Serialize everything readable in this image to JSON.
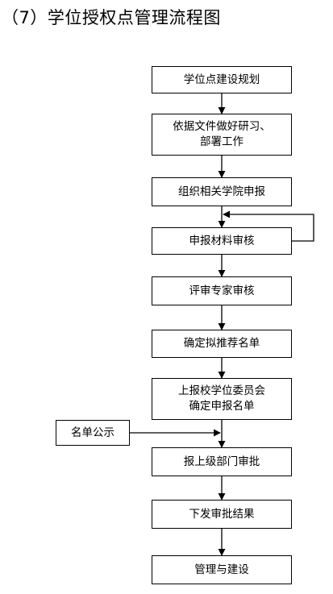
{
  "title": "（7）学位授权点管理流程图",
  "steps": [
    "学位点建设规划",
    "依据文件做好研习、\n部署工作",
    "组织相关学院申报",
    "申报材料审核",
    "评审专家审核",
    "确定拟推荐名单",
    "上报校学位委员会\n确定申报名单",
    "报上级部门审批",
    "下发审批结果",
    "管理与建设"
  ],
  "side_box": "名单公示"
}
